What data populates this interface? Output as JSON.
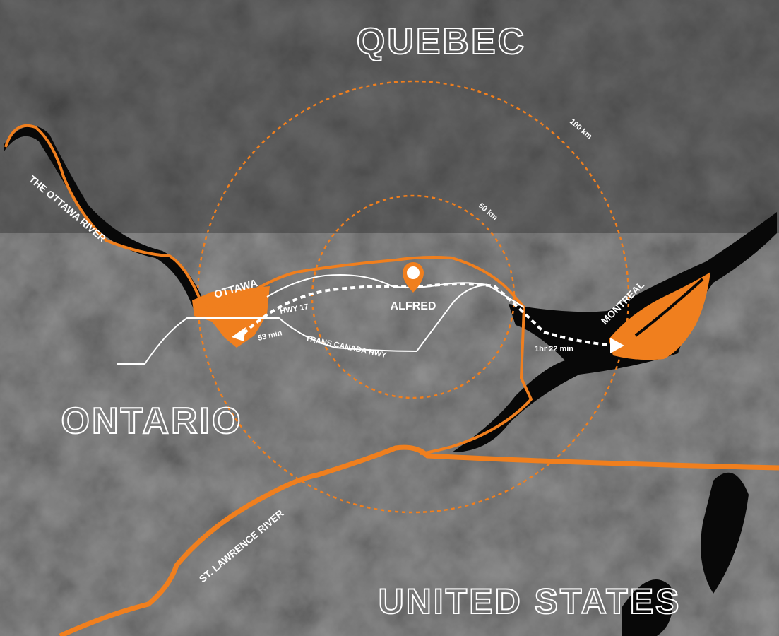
{
  "map": {
    "regions": {
      "quebec": "QUEBEC",
      "ontario": "ONTARIO",
      "united_states": "UNITED STATES"
    },
    "rivers": {
      "ottawa_river": "THE OTTAWA RIVER",
      "st_lawrence": "ST. LAWRENCE RIVER"
    },
    "cities": {
      "ottawa": "OTTAWA",
      "alfred": "ALFRED",
      "montreal": "MONTREAL"
    },
    "roads": {
      "hwy17": "HWY 17",
      "trans_canada": "TRANS CANADA HWY"
    },
    "radii": {
      "inner": "50 km",
      "outer": "100 km"
    },
    "travel_times": {
      "to_ottawa": "53 min",
      "to_montreal": "1hr 22 min"
    },
    "colors": {
      "accent": "#f07f1e",
      "background": "#2b2b2b",
      "water": "#080808",
      "label": "#ffffff"
    },
    "icons": {
      "location": "map-pin-icon"
    }
  }
}
